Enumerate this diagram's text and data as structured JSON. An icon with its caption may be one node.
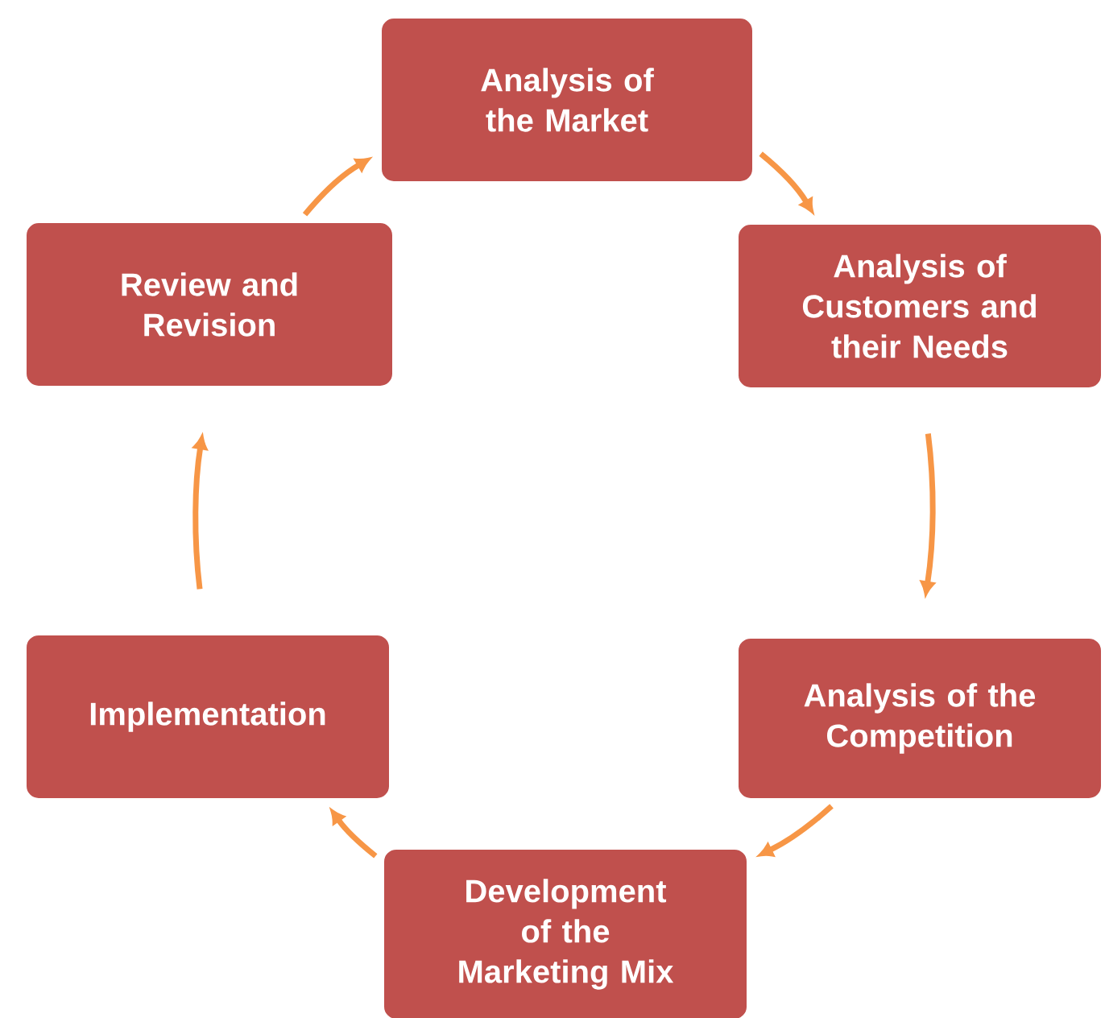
{
  "diagram": {
    "nodes": [
      {
        "text": [
          "Analysis of the Market"
        ]
      },
      {
        "text": [
          "Analysis of Customers and their Needs"
        ]
      },
      {
        "text": [
          "Analysis of the Competition"
        ]
      },
      {
        "text": [
          "Development of the Marketing Mix"
        ]
      },
      {
        "text": [
          "Implementation"
        ]
      },
      {
        "text": [
          "Review and Revision"
        ]
      }
    ],
    "edges": [
      {
        "from": 0,
        "to": 1,
        "arrow": "to"
      },
      {
        "from": 1,
        "to": 2,
        "arrow": "to"
      },
      {
        "from": 2,
        "to": 3,
        "arrow": "to"
      },
      {
        "from": 3,
        "to": 4,
        "arrow": "to"
      },
      {
        "from": 4,
        "to": 5,
        "arrow": "to"
      },
      {
        "from": 5,
        "to": 0,
        "arrow": "to"
      }
    ]
  }
}
